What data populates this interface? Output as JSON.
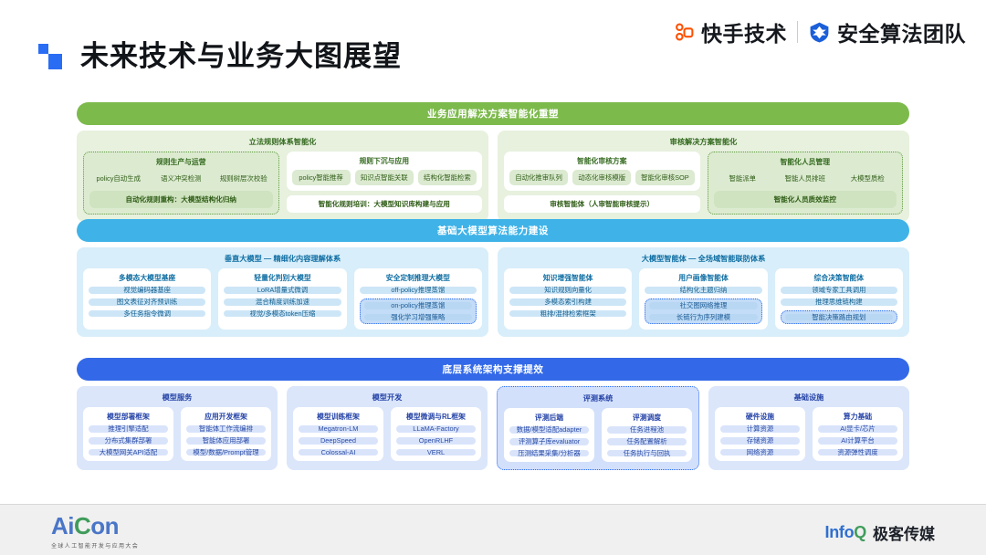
{
  "header": {
    "title": "未来技术与业务大图展望",
    "brand_kuaishou": "快手技术",
    "brand_security": "安全算法团队",
    "logo_kuaishou_name": "kuaishou-logo-icon",
    "logo_security_name": "shield-logo-icon"
  },
  "bands": [
    {
      "id": "business",
      "bar_label": "业务应用解决方案智能化重塑",
      "accent": "#7dba4c",
      "halves": [
        {
          "title": "立法规则体系智能化",
          "dotted": false,
          "columns": [
            {
              "title": "规则生产与运营",
              "dotted": true,
              "chips": [
                "policy自动生成",
                "语义冲突检测",
                "规则树层次校验"
              ],
              "footer": "自动化规则重构：大模型结构化归纳",
              "footer_tint": true
            },
            {
              "title": "规则下沉与应用",
              "dotted": false,
              "chips": [
                "policy智能推荐",
                "知识点智能关联",
                "结构化智能检索"
              ],
              "footer": "智能化规则培训：大模型知识库构建与应用",
              "footer_tint": false
            }
          ]
        },
        {
          "title": "审核解决方案智能化",
          "dotted": false,
          "columns": [
            {
              "title": "智能化审核方案",
              "dotted": false,
              "chips": [
                "自动化推审队列",
                "动态化审核模版",
                "智能化审核SOP"
              ],
              "footer": "审核智能体（人审智能审核提示）",
              "footer_tint": false
            },
            {
              "title": "智能化人员管理",
              "dotted": true,
              "chips": [
                "智能派单",
                "智能人员排班",
                "大模型质检"
              ],
              "footer": "智能化人员质效监控",
              "footer_tint": true
            }
          ]
        }
      ]
    },
    {
      "id": "foundation",
      "bar_label": "基础大模型算法能力建设",
      "accent": "#3fb3e8",
      "halves": [
        {
          "title": "垂直大模型 — 精细化内容理解体系",
          "cards": [
            {
              "title": "多模态大模型基座",
              "style": "white",
              "chips": [
                "视觉编码器基座",
                "图文表征对齐预训练",
                "多任务指令微调"
              ]
            },
            {
              "title": "轻量化判别大模型",
              "style": "white",
              "chips": [
                "LoRA增量式微调",
                "混合精度训练加速",
                "视觉/多模态token压缩"
              ]
            },
            {
              "title": "安全定制推理大模型",
              "style": "white",
              "chips": [
                "off-policy推理蒸馏"
              ],
              "dotted_group": [
                "on-policy推理蒸馏",
                "强化学习增强策略"
              ]
            }
          ]
        },
        {
          "title": "大模型智能体 — 全场域智能联防体系",
          "cards": [
            {
              "title": "知识增强智能体",
              "style": "white",
              "chips": [
                "知识规则向量化",
                "多模态索引构建",
                "粗排/混排检索框架"
              ]
            },
            {
              "title": "用户画像智能体",
              "style": "white",
              "chips": [
                "结构化主题归纳"
              ],
              "dotted_group": [
                "社交图网络推理",
                "长链行为序列建模"
              ]
            },
            {
              "title": "综合决策智能体",
              "style": "white",
              "chips": [
                "领域专家工具调用",
                "推理思维链构建"
              ],
              "dotted_group": [
                "智能决策路由规划"
              ]
            }
          ]
        }
      ]
    },
    {
      "id": "infrastructure",
      "bar_label": "底层系统架构支撑提效",
      "accent": "#3369e8",
      "groups": [
        {
          "title": "模型服务",
          "dotted": false,
          "columns": [
            {
              "title": "模型部署框架",
              "chips": [
                "推理引擎适配",
                "分布式集群部署",
                "大模型网关API适配"
              ]
            },
            {
              "title": "应用开发框架",
              "chips": [
                "智能体工作流编排",
                "智能体应用部署",
                "模型/数据/Prompt管理"
              ]
            }
          ]
        },
        {
          "title": "模型开发",
          "dotted": false,
          "columns": [
            {
              "title": "模型训练框架",
              "chips": [
                "Megatron-LM",
                "DeepSpeed",
                "Colossal-AI"
              ]
            },
            {
              "title": "模型微调与RL框架",
              "chips": [
                "LLaMA-Factory",
                "OpenRLHF",
                "VERL"
              ]
            }
          ]
        },
        {
          "title": "评测系统",
          "dotted": true,
          "columns": [
            {
              "title": "评测后端",
              "chips": [
                "数据/模型适配adapter",
                "评测算子库evaluator",
                "压测结果采集/分析器"
              ]
            },
            {
              "title": "评测调度",
              "chips": [
                "任务进程池",
                "任务配置解析",
                "任务执行与回执"
              ]
            }
          ]
        },
        {
          "title": "基础设施",
          "dotted": false,
          "columns": [
            {
              "title": "硬件设施",
              "chips": [
                "计算资源",
                "存储资源",
                "网络资源"
              ]
            },
            {
              "title": "算力基础",
              "chips": [
                "AI显卡/芯片",
                "AI计算平台",
                "资源弹性调度"
              ]
            }
          ]
        }
      ]
    }
  ],
  "footer": {
    "aicon_a": "Ai",
    "aicon_b": "C",
    "aicon_c": "on",
    "aicon_sub": "全球人工智能开发与应用大会",
    "infoq_a": "Info",
    "infoq_q": "Q",
    "infoq_b": "极客传媒"
  }
}
